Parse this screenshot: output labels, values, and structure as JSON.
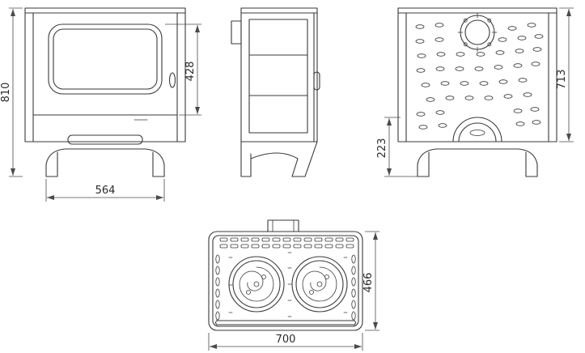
{
  "drawing": {
    "dimensions": {
      "front_height": "810",
      "front_leg_span": "564",
      "door_height": "428",
      "rear_height": "713",
      "rear_lower": "223",
      "top_width": "700",
      "top_depth": "466"
    }
  }
}
